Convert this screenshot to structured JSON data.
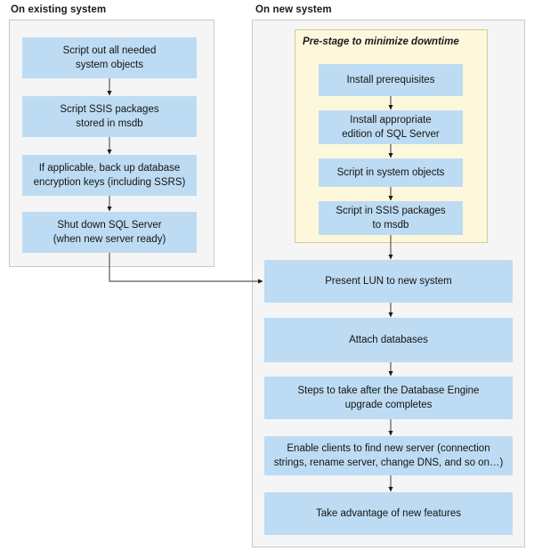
{
  "panels": {
    "left": {
      "title": "On existing system"
    },
    "right": {
      "title": "On new system"
    }
  },
  "groups": {
    "prestage": {
      "label": "Pre-stage to minimize downtime"
    }
  },
  "nodes": {
    "left": [
      {
        "id": "script-out-system-objects",
        "lines": [
          "Script out all needed",
          "system objects"
        ]
      },
      {
        "id": "script-ssis-packages",
        "lines": [
          "Script SSIS packages",
          "stored in msdb"
        ]
      },
      {
        "id": "backup-encryption-keys",
        "lines": [
          "If applicable, back up database",
          "encryption keys (including SSRS)"
        ]
      },
      {
        "id": "shut-down-sql-server",
        "lines": [
          "Shut down SQL Server",
          "(when new server ready)"
        ]
      }
    ],
    "prestage": [
      {
        "id": "install-prerequisites",
        "lines": [
          "Install prerequisites"
        ]
      },
      {
        "id": "install-sql-server-edition",
        "lines": [
          "Install appropriate",
          "edition of SQL Server"
        ]
      },
      {
        "id": "script-in-system-objects",
        "lines": [
          "Script in system objects"
        ]
      },
      {
        "id": "script-in-ssis-packages",
        "lines": [
          "Script in SSIS packages",
          "to msdb"
        ]
      }
    ],
    "right": [
      {
        "id": "present-lun",
        "lines": [
          "Present LUN to new system"
        ]
      },
      {
        "id": "attach-databases",
        "lines": [
          "Attach databases"
        ]
      },
      {
        "id": "post-upgrade-steps",
        "lines": [
          "Steps to take after the Database Engine",
          "upgrade completes"
        ]
      },
      {
        "id": "enable-clients-find-server",
        "lines": [
          "Enable clients to find new server (connection",
          "strings, rename server, change DNS, and so on…)"
        ]
      },
      {
        "id": "take-advantage-new-features",
        "lines": [
          "Take advantage of new features"
        ]
      }
    ]
  },
  "colors": {
    "node_fill": "#bddcf3",
    "panel_fill": "#f5f5f5",
    "panel_border": "#c9c9c9",
    "group_fill": "#fdf8dc",
    "group_border": "#d9c98f",
    "arrow": "#595959",
    "arrow_head": "#1a1a1a",
    "text": "#141414",
    "page_background": "#ffffff"
  }
}
